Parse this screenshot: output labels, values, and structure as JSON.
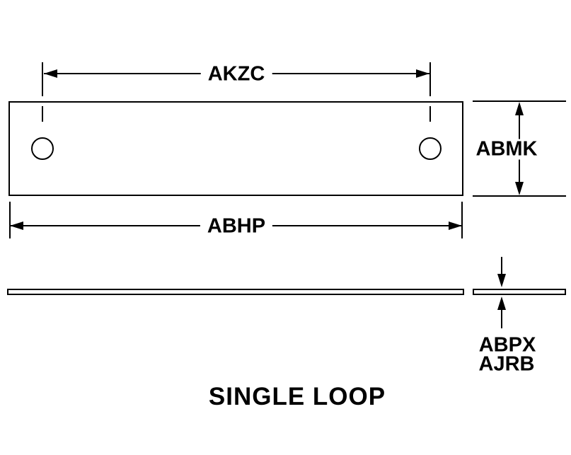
{
  "page": {
    "background_color": "#ffffff",
    "line_color": "#000000"
  },
  "title": "SINGLE LOOP",
  "dimensions": {
    "hole_spacing": "AKZC",
    "plate_height": "ABMK",
    "overall_length": "ABHP",
    "thickness_upper": "ABPX",
    "thickness_lower": "AJRB"
  }
}
